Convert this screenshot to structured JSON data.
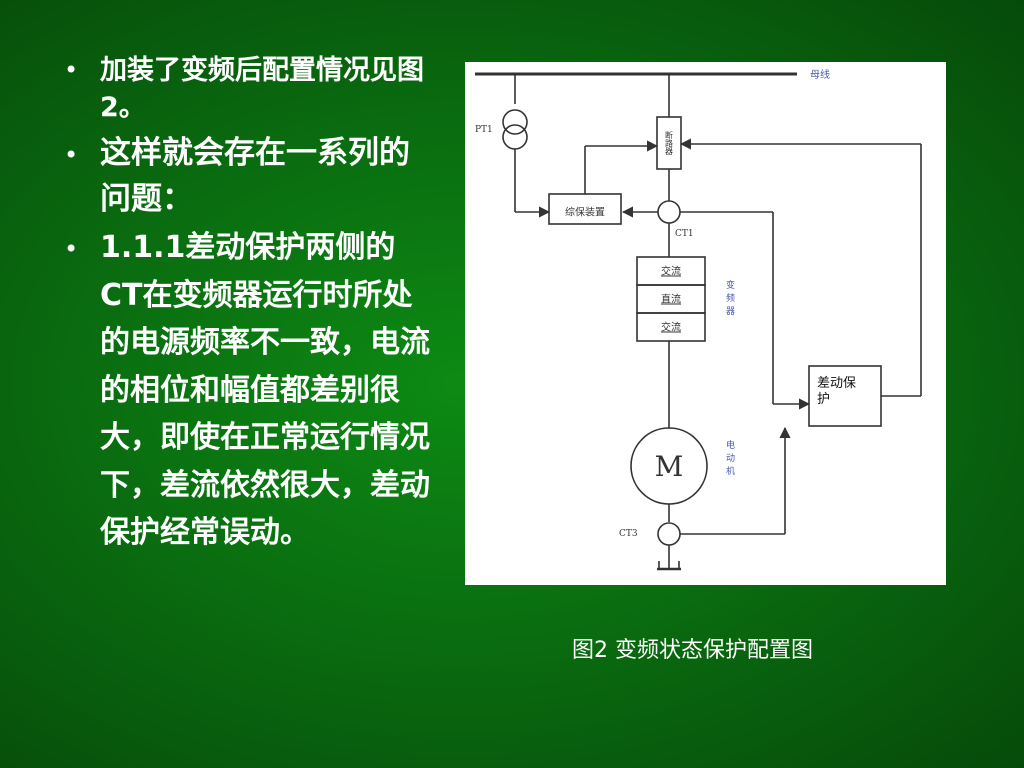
{
  "bullets": [
    {
      "marker": "•",
      "text": "加装了变频后配置情况见图2。"
    },
    {
      "marker": "•",
      "text": "这样就会存在一系列的问题："
    },
    {
      "marker": "•",
      "text": "1.1.1差动保护两侧的CT在变频器运行时所处的电源频率不一致，电流的相位和幅值都差别很大，即使在正常运行情况下，差流依然很大，差动保护经常误动。"
    }
  ],
  "diagram": {
    "bus_label": "母线",
    "pt_label": "PT1",
    "breaker_label": "断路器",
    "relay_label": "综保装置",
    "ct1_label": "CT1",
    "ct3_label": "CT3",
    "inverter_blocks": [
      "交流",
      "直流",
      "交流"
    ],
    "inverter_label": "变频器",
    "diff_label": "差动保护",
    "motor_symbol": "M",
    "motor_label": "电动机"
  },
  "caption": "图2  变频状态保护配置图",
  "colors": {
    "background": "#0a6e10",
    "text": "#ffffff",
    "line": "#333333",
    "label_blue": "#4a5aa8"
  }
}
